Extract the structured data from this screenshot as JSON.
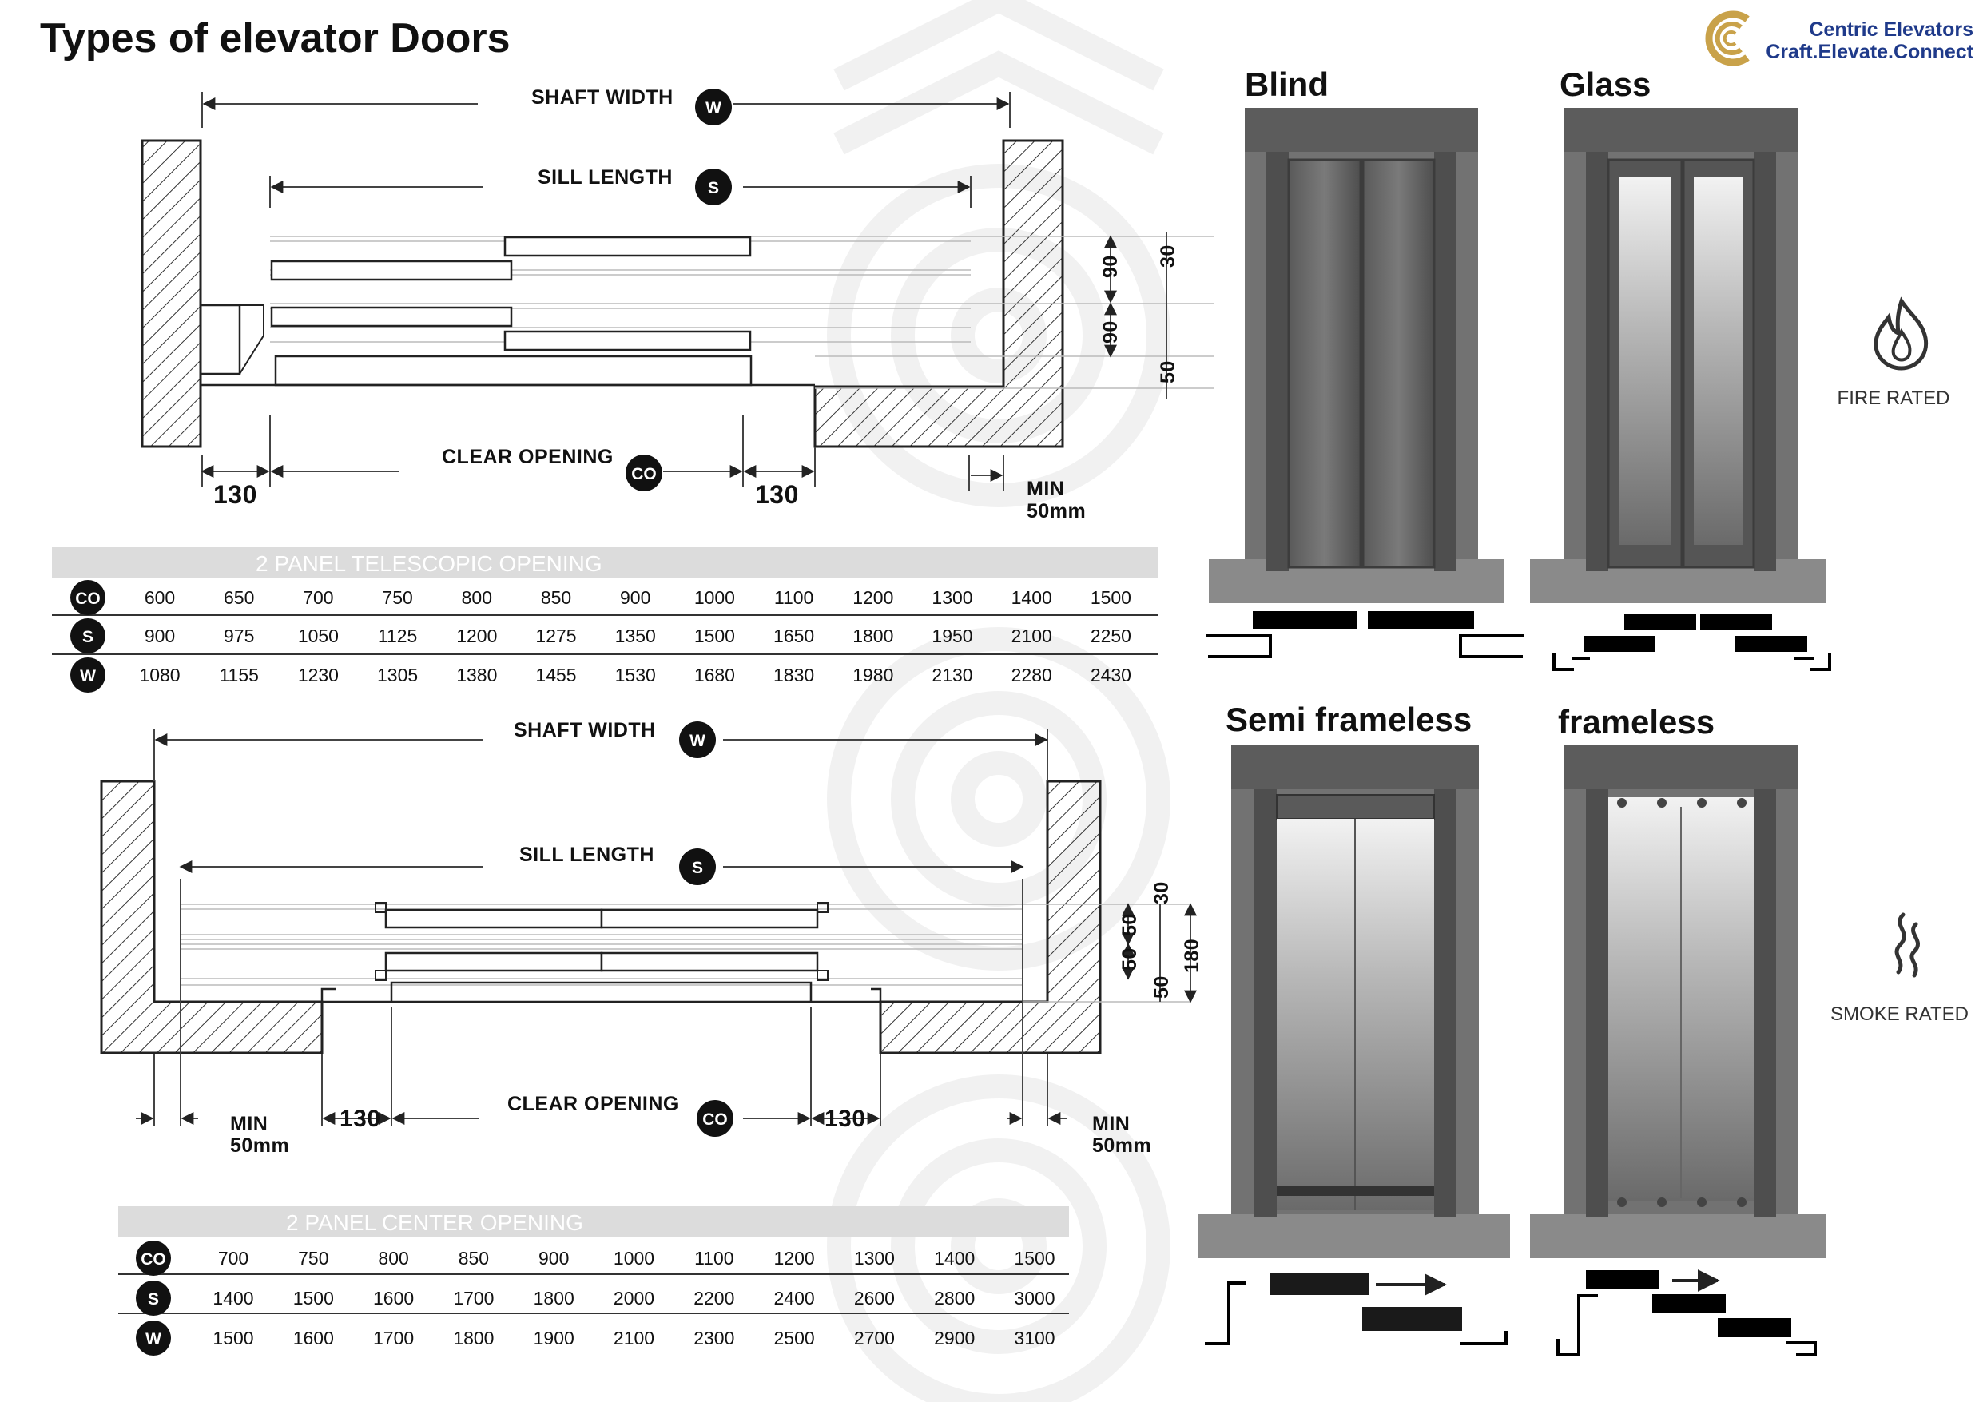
{
  "title": "Types of elevator Doors",
  "brand": {
    "name": "Centric Elevators",
    "tagline": "Craft.Elevate.Connect",
    "colors": {
      "gold": "#c9a24a",
      "navy": "#1f3a8a"
    }
  },
  "diagram1": {
    "shaft_width_label": "SHAFT WIDTH",
    "sill_length_label": "SILL LENGTH",
    "clear_opening_label": "CLEAR OPENING",
    "w_badge": "W",
    "s_badge": "S",
    "co_badge": "CO",
    "dim_left": "130",
    "dim_right": "130",
    "min_label_1": "MIN",
    "min_label_2": "50mm",
    "side_dims": {
      "a": "90",
      "b": "90",
      "c": "30",
      "d": "50"
    }
  },
  "table1": {
    "title": "2 PANEL TELESCOPIC OPENING",
    "rows": [
      {
        "label": "CO",
        "values": [
          "600",
          "650",
          "700",
          "750",
          "800",
          "850",
          "900",
          "1000",
          "1100",
          "1200",
          "1300",
          "1400",
          "1500"
        ]
      },
      {
        "label": "S",
        "values": [
          "900",
          "975",
          "1050",
          "1125",
          "1200",
          "1275",
          "1350",
          "1500",
          "1650",
          "1800",
          "1950",
          "2100",
          "2250"
        ]
      },
      {
        "label": "W",
        "values": [
          "1080",
          "1155",
          "1230",
          "1305",
          "1380",
          "1455",
          "1530",
          "1680",
          "1830",
          "1980",
          "2130",
          "2280",
          "2430"
        ]
      }
    ]
  },
  "diagram2": {
    "shaft_width_label": "SHAFT WIDTH",
    "sill_length_label": "SILL LENGTH",
    "clear_opening_label": "CLEAR OPENING",
    "w_badge": "W",
    "s_badge": "S",
    "co_badge": "CO",
    "dim_left": "130",
    "dim_right": "130",
    "min_left_1": "MIN",
    "min_left_2": "50mm",
    "min_right_1": "MIN",
    "min_right_2": "50mm",
    "side_dims": {
      "a": "30",
      "b": "50",
      "c": "50",
      "d": "50",
      "e": "180"
    }
  },
  "table2": {
    "title": "2 PANEL CENTER OPENING",
    "rows": [
      {
        "label": "CO",
        "values": [
          "700",
          "750",
          "800",
          "850",
          "900",
          "1000",
          "1100",
          "1200",
          "1300",
          "1400",
          "1500"
        ]
      },
      {
        "label": "S",
        "values": [
          "1400",
          "1500",
          "1600",
          "1700",
          "1800",
          "2000",
          "2200",
          "2400",
          "2600",
          "2800",
          "3000"
        ]
      },
      {
        "label": "W",
        "values": [
          "1500",
          "1600",
          "1700",
          "1800",
          "1900",
          "2100",
          "2300",
          "2500",
          "2700",
          "2900",
          "3100"
        ]
      }
    ]
  },
  "door_types": [
    {
      "name": "Blind"
    },
    {
      "name": "Glass"
    },
    {
      "name": "Semi frameless"
    },
    {
      "name": "frameless"
    }
  ],
  "ratings": {
    "fire": {
      "label": "FIRE RATED",
      "icon": "flame-icon"
    },
    "smoke": {
      "label": "SMOKE RATED",
      "icon": "smoke-icon"
    }
  }
}
